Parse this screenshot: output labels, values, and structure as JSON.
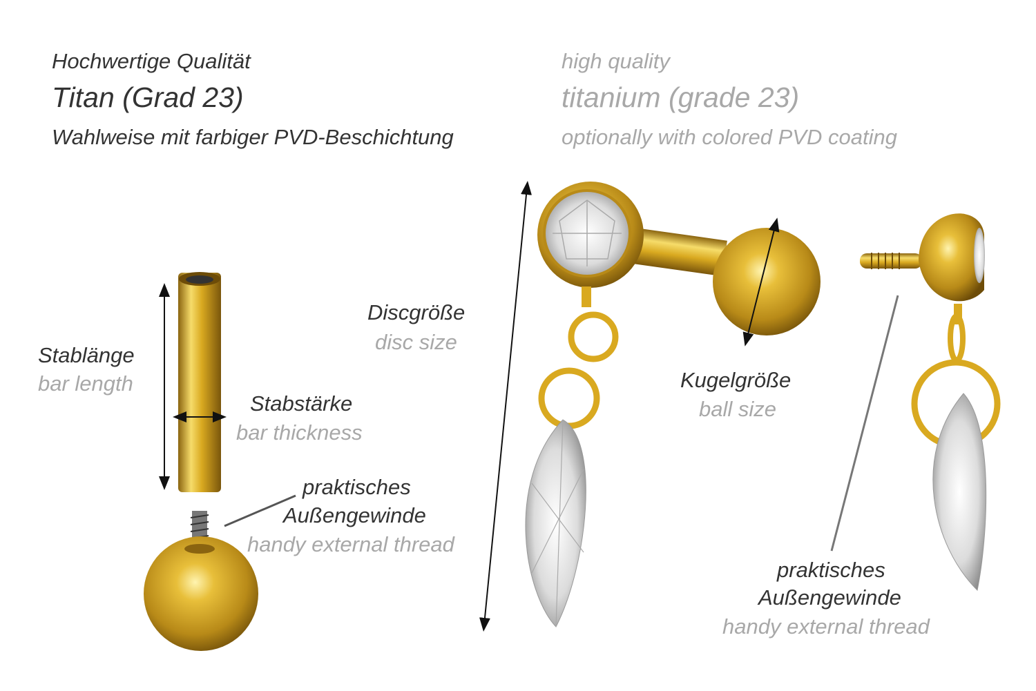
{
  "header": {
    "de": {
      "quality": "Hochwertige Qualität",
      "material": "Titan (Grad 23)",
      "coating": "Wahlweise mit farbiger PVD-Beschichtung"
    },
    "en": {
      "quality": "high quality",
      "material": "titanium (grade 23)",
      "coating": "optionally with colored PVD coating"
    }
  },
  "labels": {
    "bar_length": {
      "de": "Stablänge",
      "en": "bar length"
    },
    "bar_thickness": {
      "de": "Stabstärke",
      "en": "bar thickness"
    },
    "thread_left": {
      "de1": "praktisches",
      "de2": "Außengewinde",
      "en": "handy external thread"
    },
    "disc_size": {
      "de": "Discgröße",
      "en": "disc size"
    },
    "ball_size": {
      "de": "Kugelgröße",
      "en": "ball size"
    },
    "thread_right": {
      "de1": "praktisches",
      "de2": "Außengewinde",
      "en": "handy external thread"
    }
  },
  "colors": {
    "gold": "#d9a920",
    "text_de": "#333333",
    "text_en": "#a8a8a8"
  }
}
